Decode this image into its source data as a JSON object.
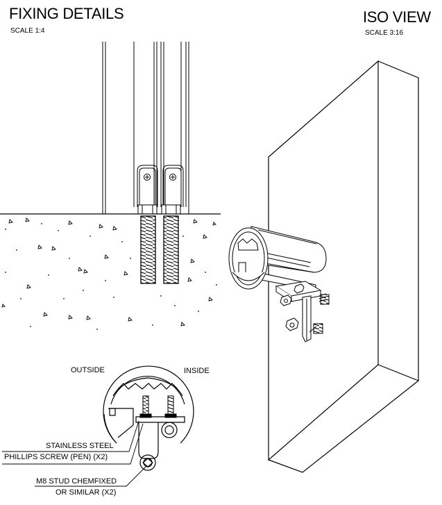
{
  "fixing_details": {
    "title": "FIXING DETAILS",
    "scale": "SCALE 1:4"
  },
  "iso_view": {
    "title": "ISO VIEW",
    "scale": "SCALE 3:16"
  },
  "section": {
    "outside_label": "OUTSIDE",
    "inside_label": "INSIDE",
    "callout_screw_line1": "STAINLESS STEEL",
    "callout_screw_line2": "PHILLIPS SCREW (PEN) (X2)",
    "callout_stud_line1": "M8 STUD CHEMFIXED",
    "callout_stud_line2": "OR SIMILAR (X2)"
  }
}
